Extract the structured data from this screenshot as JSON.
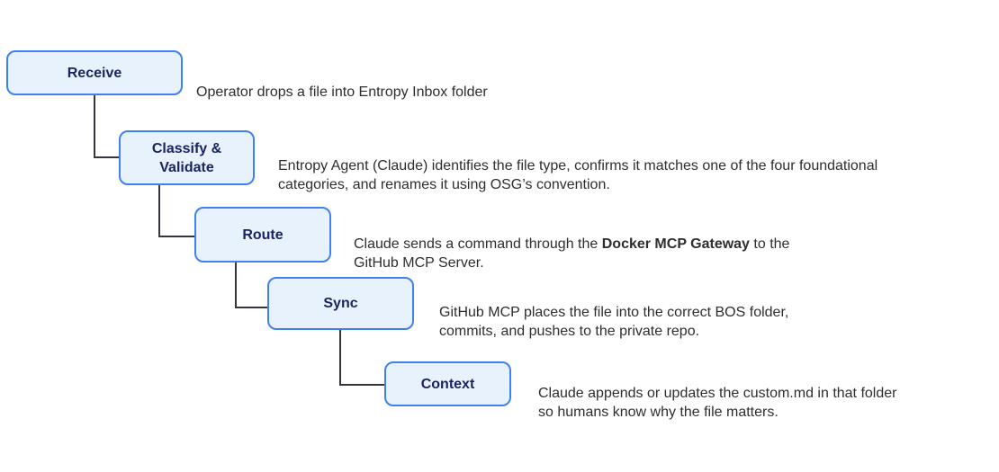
{
  "diagram": {
    "steps": [
      {
        "label": "Receive",
        "description": {
          "pre": "Operator drops a file into Entropy Inbox folder",
          "bold": "",
          "post": ""
        }
      },
      {
        "label": "Classify &\nValidate",
        "description": {
          "pre": "Entropy Agent (Claude) identifies the file type, confirms it matches one of the four foundational\ncategories, and renames it using OSG’s convention.",
          "bold": "",
          "post": ""
        }
      },
      {
        "label": "Route",
        "description": {
          "pre": "Claude sends a command through the ",
          "bold": "Docker MCP Gateway",
          "post": " to the\nGitHub MCP Server."
        }
      },
      {
        "label": "Sync",
        "description": {
          "pre": "GitHub MCP places the file into the correct BOS folder,\ncommits, and pushes to the private repo.",
          "bold": "",
          "post": ""
        }
      },
      {
        "label": "Context",
        "description": {
          "pre": "Claude appends or updates the custom.md in that folder\nso humans know why the file matters.",
          "bold": "",
          "post": ""
        }
      }
    ],
    "colors": {
      "background": "#ffffff",
      "box_fill": "#e7f2fd",
      "box_border": "#4080f0",
      "box_label": "#1a2460",
      "connector": "#35353f",
      "description_text": "#2e2e2e"
    }
  }
}
